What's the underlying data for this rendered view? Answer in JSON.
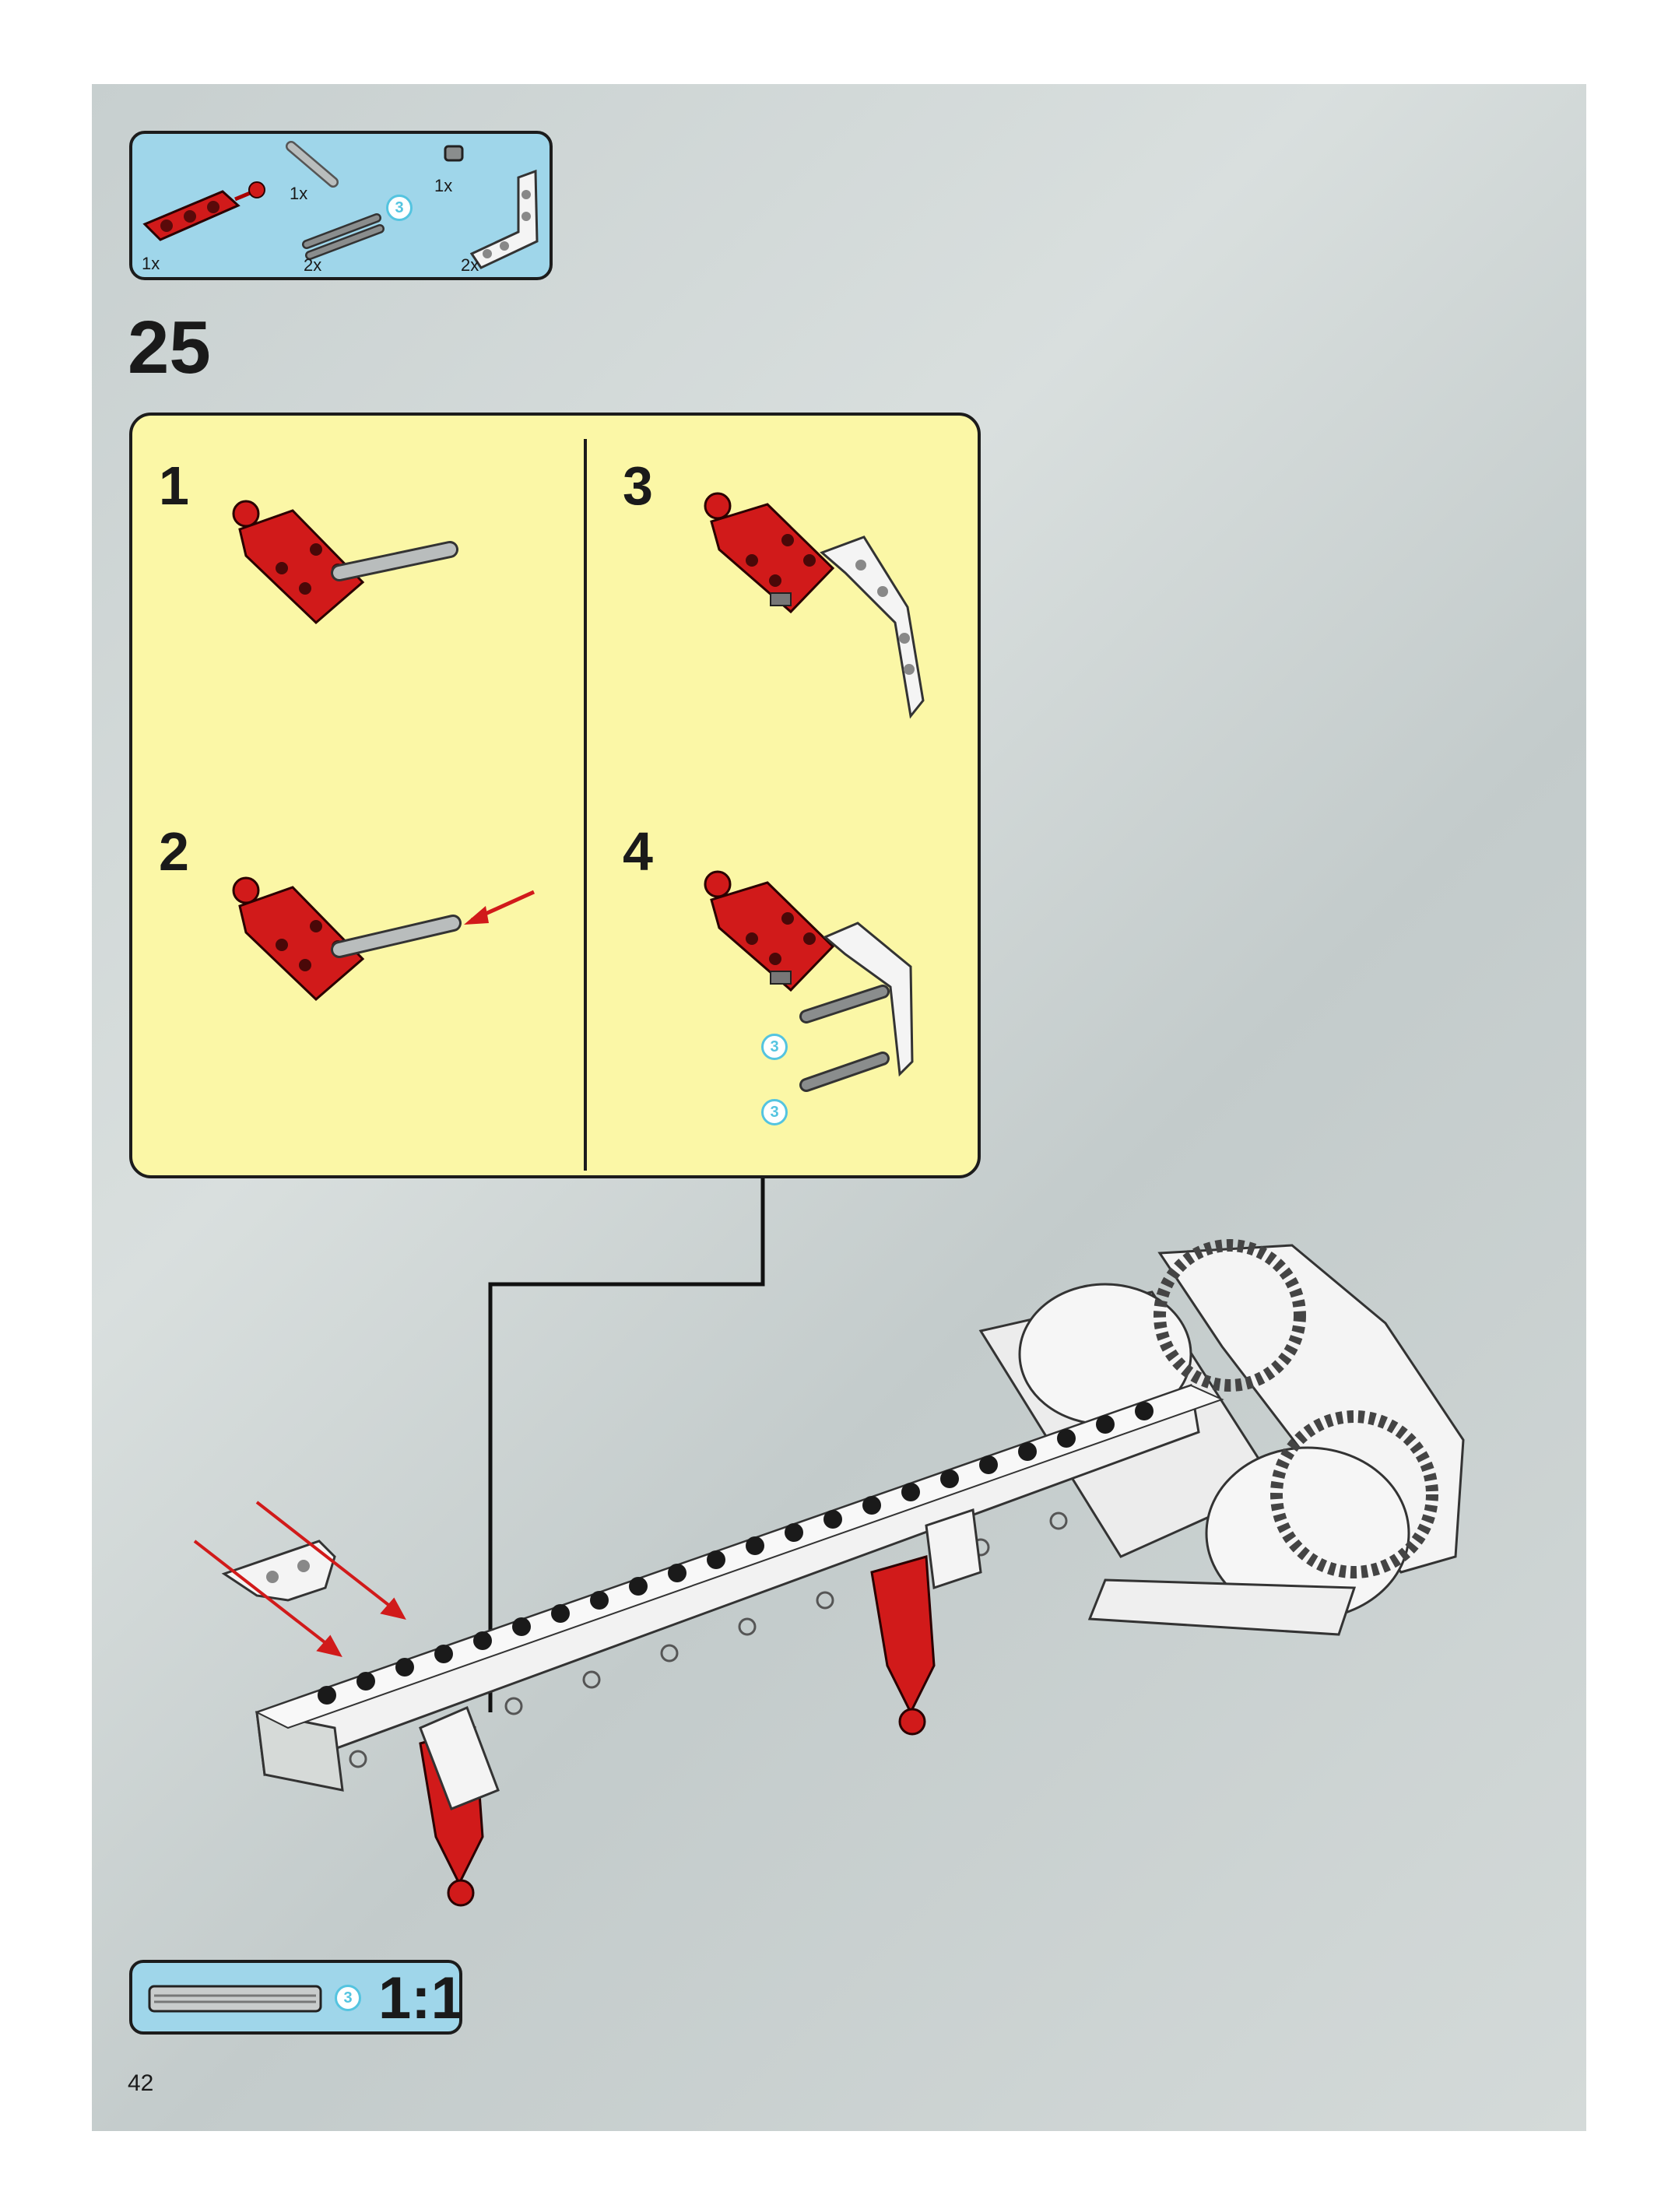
{
  "parts_list": {
    "items": [
      {
        "name": "red-connector-part-icon",
        "quantity": "1x"
      },
      {
        "name": "grey-axle-part-icon",
        "quantity": "1x"
      },
      {
        "name": "dark-axle-part-icon",
        "quantity": "2x",
        "callout": "3"
      },
      {
        "name": "small-bush-part-icon",
        "quantity": "1x"
      },
      {
        "name": "white-lbeam-part-icon",
        "quantity": "2x"
      }
    ]
  },
  "step": {
    "number": "25"
  },
  "substeps": [
    "1",
    "2",
    "3",
    "4"
  ],
  "substep4_callouts": [
    "3",
    "3"
  ],
  "ratio_box": {
    "callout": "3",
    "scale": "1:1"
  },
  "page_number": "42",
  "colors": {
    "parts_panel": "#9fd6ea",
    "substep_panel": "#fbf7a6",
    "part_red": "#d11a1a",
    "callout": "#54c4e0"
  }
}
